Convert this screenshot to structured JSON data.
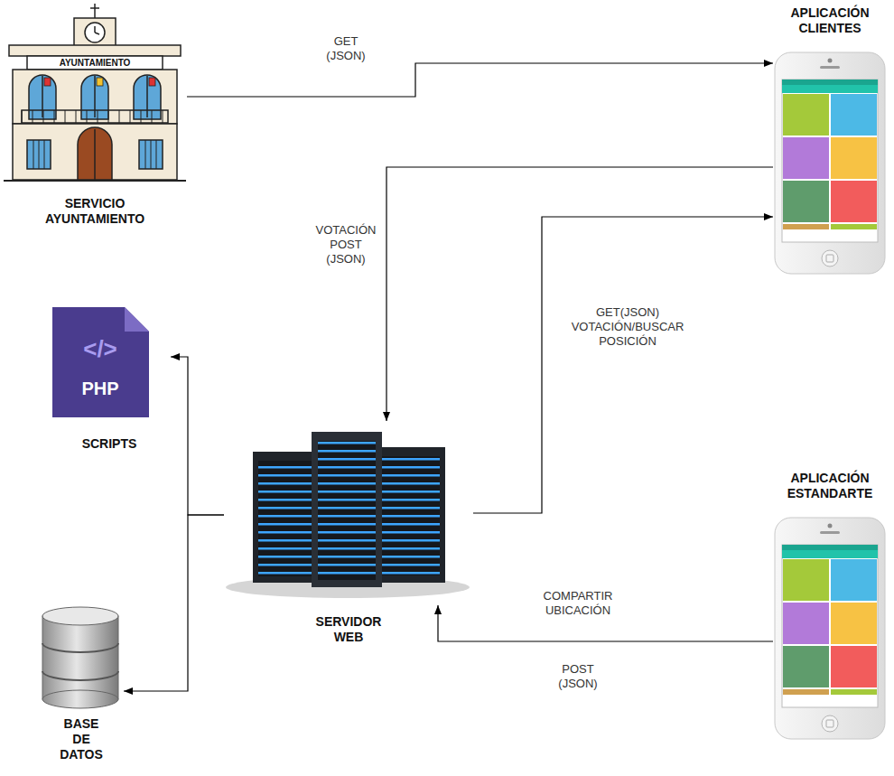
{
  "diagram": {
    "nodes": [
      {
        "text": [
          "SERVICIO AYUNTAMIENTO"
        ]
      },
      {
        "text": [
          "APLICACIÓN CLIENTES"
        ]
      },
      {
        "text": [
          "SCRIPTS"
        ]
      },
      {
        "text": [
          "SERVIDOR WEB"
        ]
      },
      {
        "text": [
          "BASE DE DATOS"
        ]
      },
      {
        "text": [
          "APLICACIÓN ESTANDARTE"
        ]
      }
    ],
    "edges": [
      {
        "from": 0,
        "to": 1,
        "arrow": "to",
        "label": "GET (JSON)"
      },
      {
        "from": 1,
        "to": 3,
        "arrow": "to",
        "label": "VOTACIÓN POST (JSON)"
      },
      {
        "from": 3,
        "to": 1,
        "arrow": "to",
        "label": "GET(JSON) VOTACIÓN/BUSCAR POSICIÓN"
      },
      {
        "from": 3,
        "to": 2,
        "arrow": "to"
      },
      {
        "from": 3,
        "to": 4,
        "arrow": "to"
      },
      {
        "from": 5,
        "to": 3,
        "arrow": "to",
        "label": "COMPARTIR UBICACIÓN"
      }
    ],
    "labels": [
      "AYUNTAMIENTO",
      "</>",
      "PHP",
      "POST (JSON)"
    ]
  }
}
